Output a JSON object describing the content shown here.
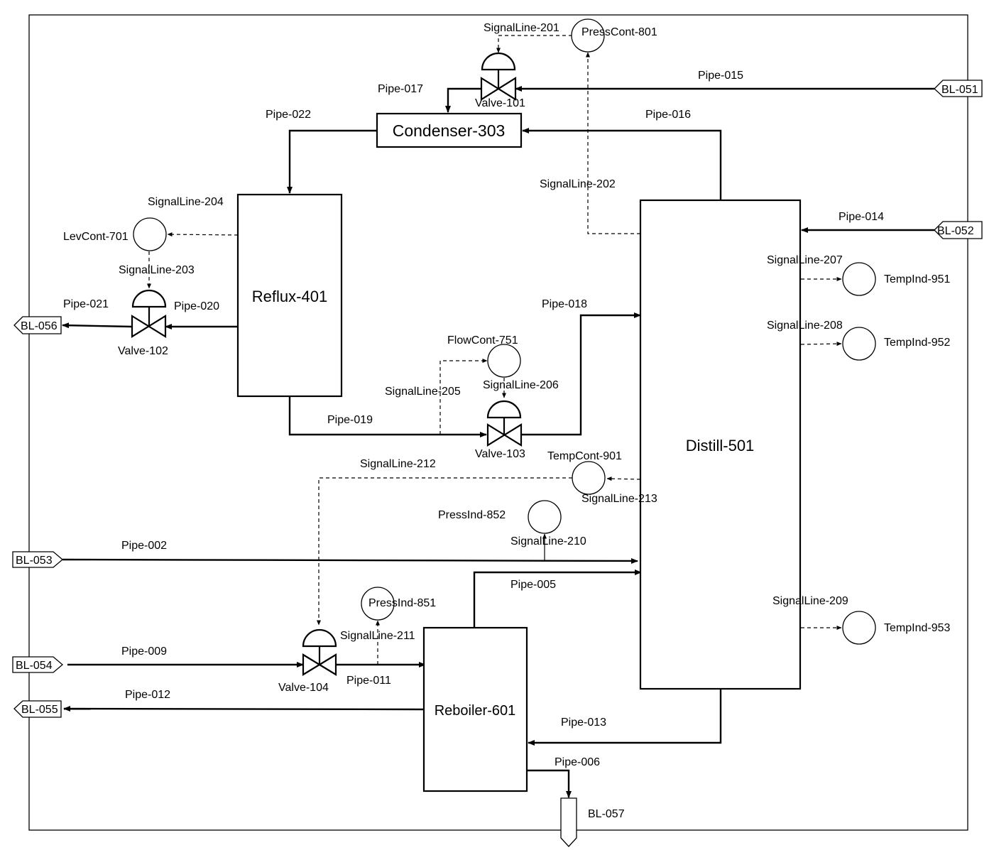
{
  "equipment": {
    "condenser": "Condenser-303",
    "reflux": "Reflux-401",
    "distill": "Distill-501",
    "reboiler": "Reboiler-601"
  },
  "valves": {
    "v101": "Valve-101",
    "v102": "Valve-102",
    "v103": "Valve-103",
    "v104": "Valve-104"
  },
  "instruments": {
    "press_cont_801": "PressCont-801",
    "lev_cont_701": "LevCont-701",
    "flow_cont_751": "FlowCont-751",
    "temp_cont_901": "TempCont-901",
    "press_ind_852": "PressInd-852",
    "press_ind_851": "PressInd-851",
    "temp_ind_951": "TempInd-951",
    "temp_ind_952": "TempInd-952",
    "temp_ind_953": "TempInd-953"
  },
  "battery_limits": {
    "bl051": "BL-051",
    "bl052": "BL-052",
    "bl053": "BL-053",
    "bl054": "BL-054",
    "bl055": "BL-055",
    "bl056": "BL-056",
    "bl057": "BL-057"
  },
  "pipes": {
    "p002": "Pipe-002",
    "p005": "Pipe-005",
    "p006": "Pipe-006",
    "p009": "Pipe-009",
    "p011": "Pipe-011",
    "p012": "Pipe-012",
    "p013": "Pipe-013",
    "p014": "Pipe-014",
    "p015": "Pipe-015",
    "p016": "Pipe-016",
    "p017": "Pipe-017",
    "p018": "Pipe-018",
    "p019": "Pipe-019",
    "p020": "Pipe-020",
    "p021": "Pipe-021",
    "p022": "Pipe-022"
  },
  "signal_lines": {
    "s201": "SignalLine-201",
    "s202": "SignalLine-202",
    "s203": "SignalLine-203",
    "s204": "SignalLine-204",
    "s205": "SignalLine-205",
    "s206": "SignalLine-206",
    "s207": "SignalLine-207",
    "s208": "SignalLine-208",
    "s209": "SignalLine-209",
    "s210": "SignalLine-210",
    "s211": "SignalLine-211",
    "s212": "SignalLine-212",
    "s213": "SignalLine-213"
  }
}
